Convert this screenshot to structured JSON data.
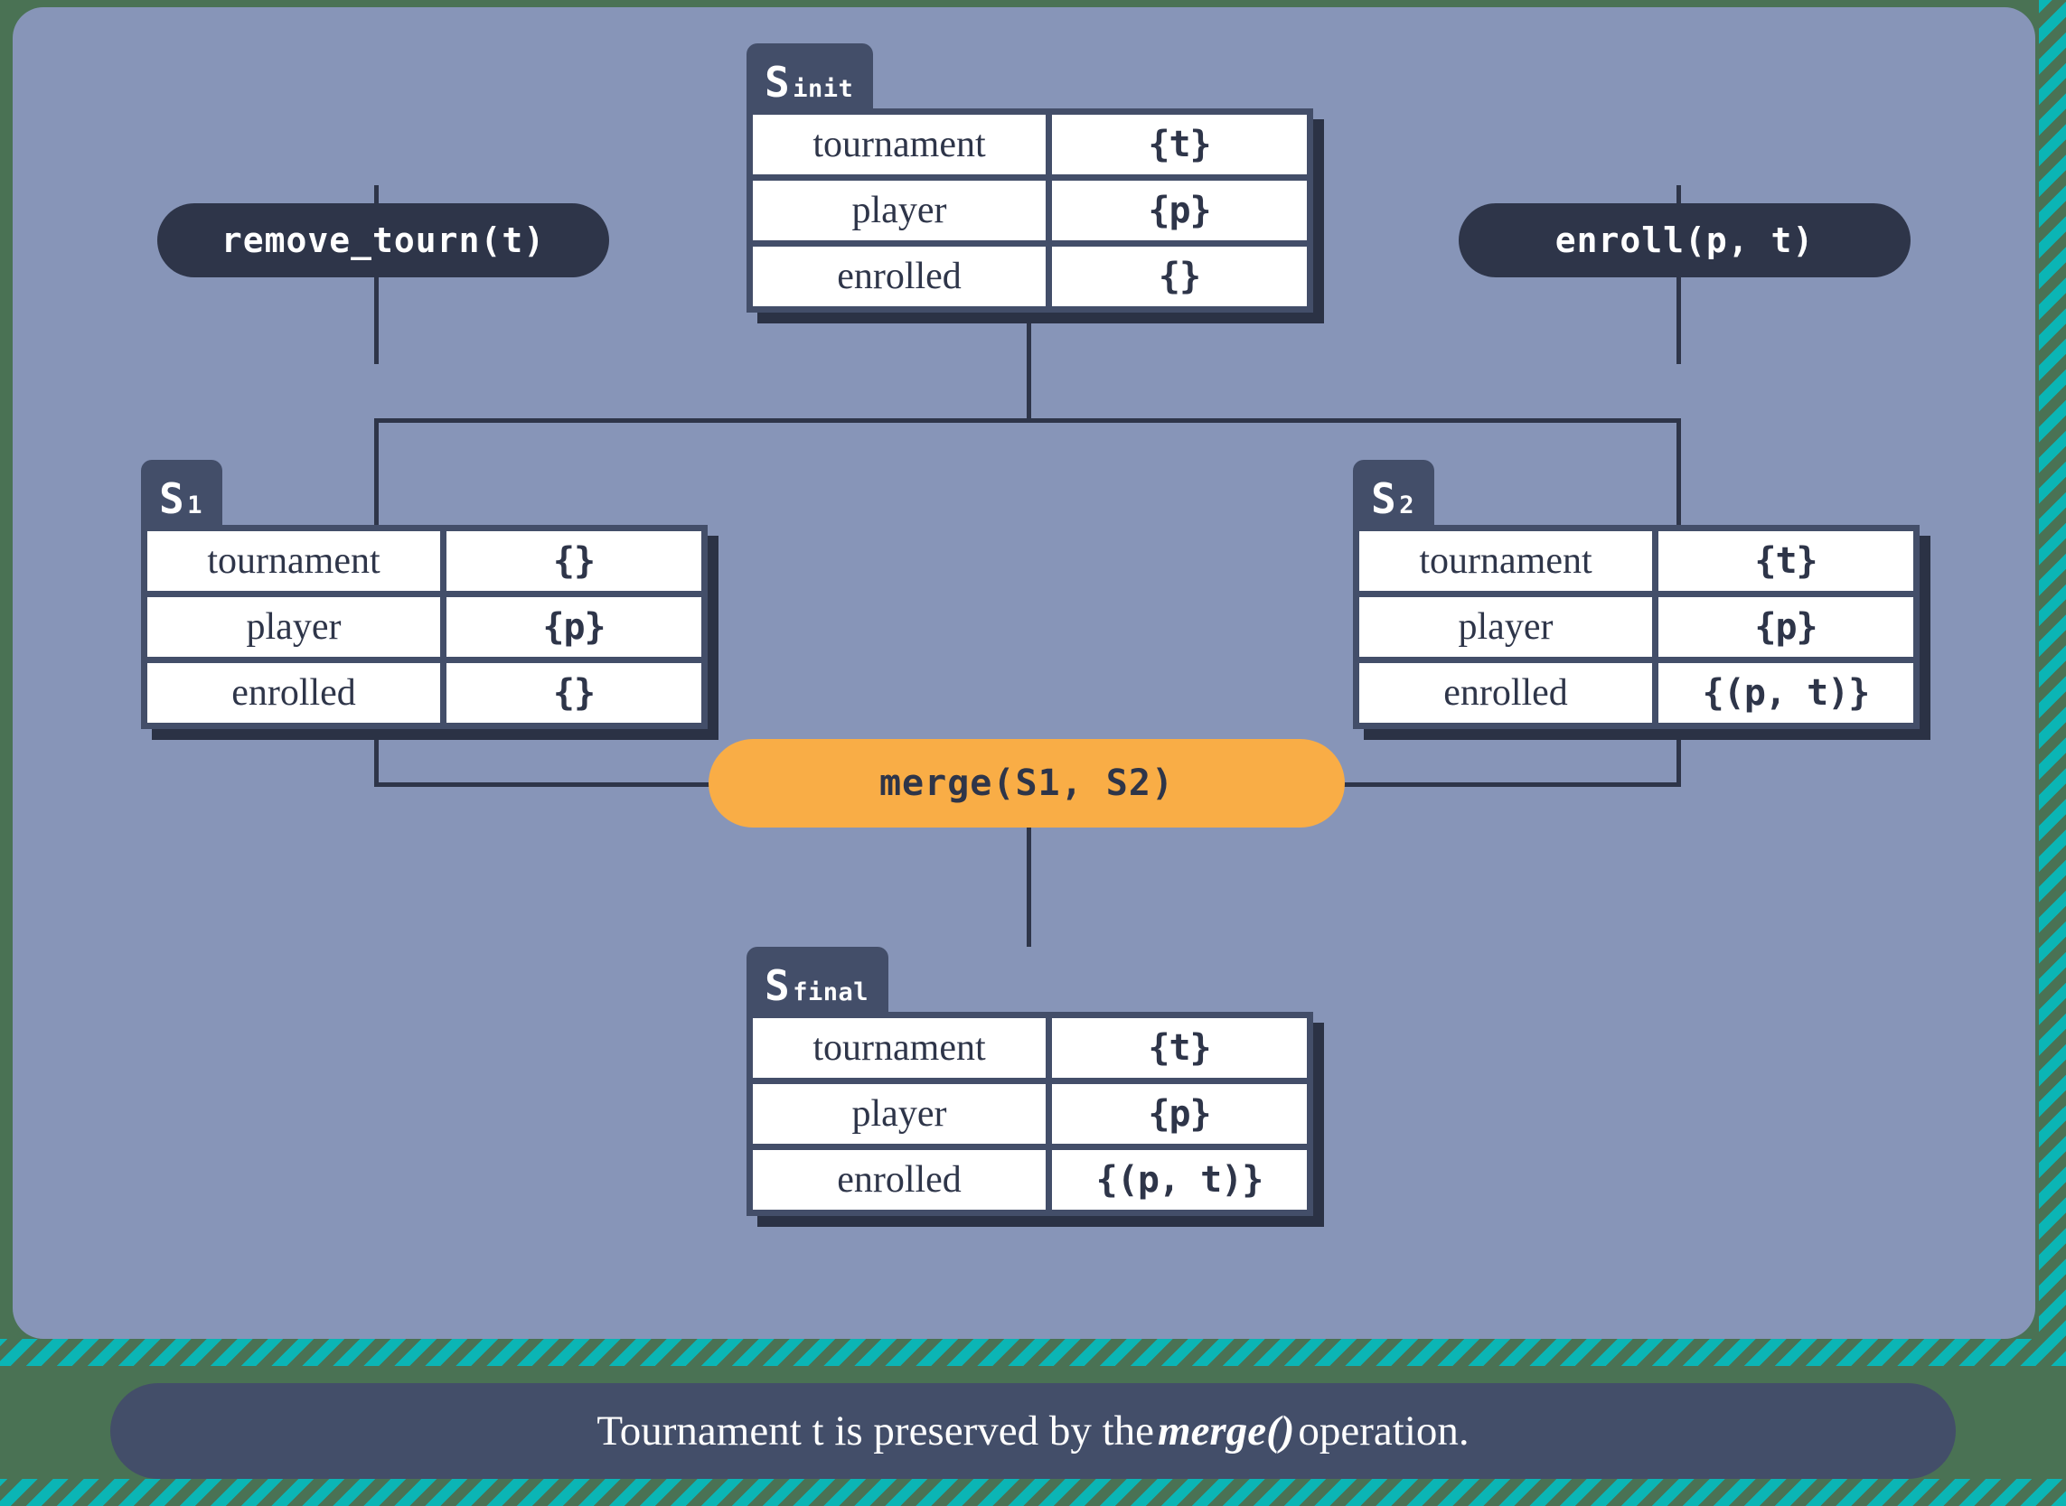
{
  "theme": {
    "background": "#4a7254",
    "panel": "#8795b8",
    "frame": "#434e69",
    "shadow": "#2b3245",
    "ink": "#2e3549",
    "accent_teal": "#0bb5b5",
    "accent_orange": "#f9ad46",
    "cell": "#ffffff"
  },
  "states": {
    "init": {
      "name": "S",
      "subscript": "init",
      "rows": [
        {
          "key": "tournament",
          "value": "{t}"
        },
        {
          "key": "player",
          "value": "{p}"
        },
        {
          "key": "enrolled",
          "value": "{}"
        }
      ]
    },
    "s1": {
      "name": "S",
      "subscript": "1",
      "rows": [
        {
          "key": "tournament",
          "value": "{}"
        },
        {
          "key": "player",
          "value": "{p}"
        },
        {
          "key": "enrolled",
          "value": "{}"
        }
      ]
    },
    "s2": {
      "name": "S",
      "subscript": "2",
      "rows": [
        {
          "key": "tournament",
          "value": "{t}"
        },
        {
          "key": "player",
          "value": "{p}"
        },
        {
          "key": "enrolled",
          "value": "{(p, t)}"
        }
      ]
    },
    "final": {
      "name": "S",
      "subscript": "final",
      "rows": [
        {
          "key": "tournament",
          "value": "{t}"
        },
        {
          "key": "player",
          "value": "{p}"
        },
        {
          "key": "enrolled",
          "value": "{(p, t)}"
        }
      ]
    }
  },
  "operations": {
    "remove_tourn": "remove_tourn(t)",
    "enroll": "enroll(p, t)",
    "merge": "merge(S1, S2)"
  },
  "caption": {
    "prefix": "Tournament t is preserved by the ",
    "emphasis": "merge()",
    "suffix": " operation."
  }
}
